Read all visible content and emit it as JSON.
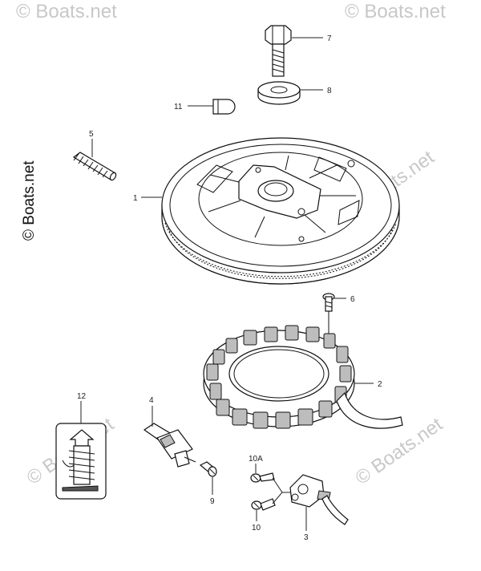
{
  "watermark": {
    "main_text": "© Boats.net",
    "faint_text": "© Boats.net"
  },
  "parts": [
    {
      "id": "p1",
      "label": "1"
    },
    {
      "id": "p2",
      "label": "2"
    },
    {
      "id": "p3",
      "label": "3"
    },
    {
      "id": "p4",
      "label": "4"
    },
    {
      "id": "p5",
      "label": "5"
    },
    {
      "id": "p6",
      "label": "6"
    },
    {
      "id": "p7",
      "label": "7"
    },
    {
      "id": "p8",
      "label": "8"
    },
    {
      "id": "p9",
      "label": "9"
    },
    {
      "id": "p10",
      "label": "10"
    },
    {
      "id": "p10a",
      "label": "10A"
    },
    {
      "id": "p11",
      "label": "11"
    },
    {
      "id": "p12",
      "label": "12"
    }
  ]
}
